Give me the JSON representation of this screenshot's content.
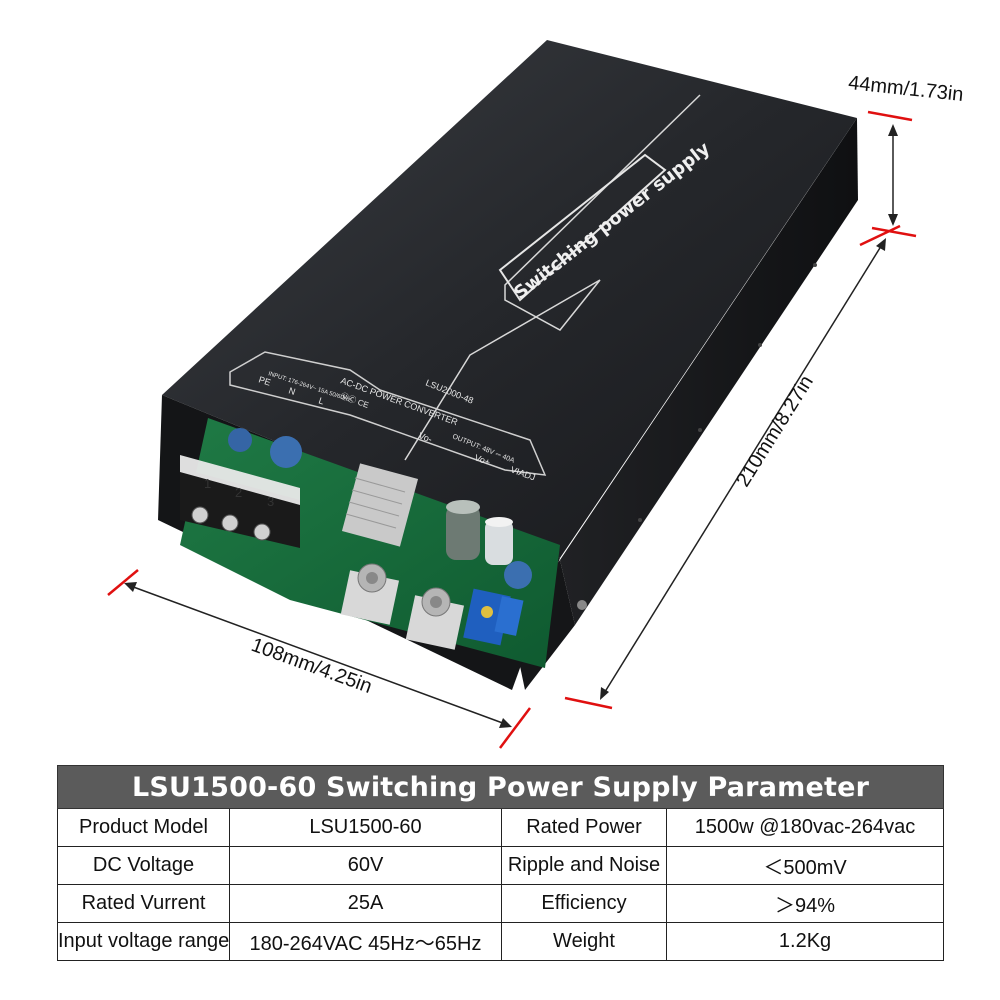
{
  "photo": {
    "lid_text": "Switching power supply",
    "label_top": "INPUT: 176-264V~ 15A 50/60Hz",
    "label_model": "LSU2000-48",
    "label_converter": "AC-DC POWER CONVERTER",
    "label_output": "OUTPUT: 48V ⎓ 40A",
    "terminal_pe": "PE",
    "terminal_n": "N",
    "terminal_l": "L",
    "terminal_vo_minus": "Vo-",
    "terminal_vo_plus": "Vo+",
    "terminal_viadj": "VIADJ",
    "terminal_block_nums": [
      "1",
      "2",
      "3"
    ],
    "cert_marks": "ⓊⒸ CE",
    "accent_color": "#e01010"
  },
  "dimensions": {
    "height": "44mm/1.73in",
    "length": "210mm/8.27in",
    "width": "108mm/4.25in"
  },
  "table": {
    "title": "LSU1500-60 Switching Power Supply Parameter",
    "rows": [
      [
        "Product Model",
        "LSU1500-60",
        "Rated Power",
        "1500w @180vac-264vac"
      ],
      [
        "DC Voltage",
        "60V",
        "Ripple and Noise",
        "＜500mV"
      ],
      [
        "Rated Vurrent",
        "25A",
        "Efficiency",
        "＞94%"
      ],
      [
        "Input voltage range",
        "180-264VAC 45Hz～65Hz",
        "Weight",
        "1.2Kg"
      ]
    ]
  }
}
